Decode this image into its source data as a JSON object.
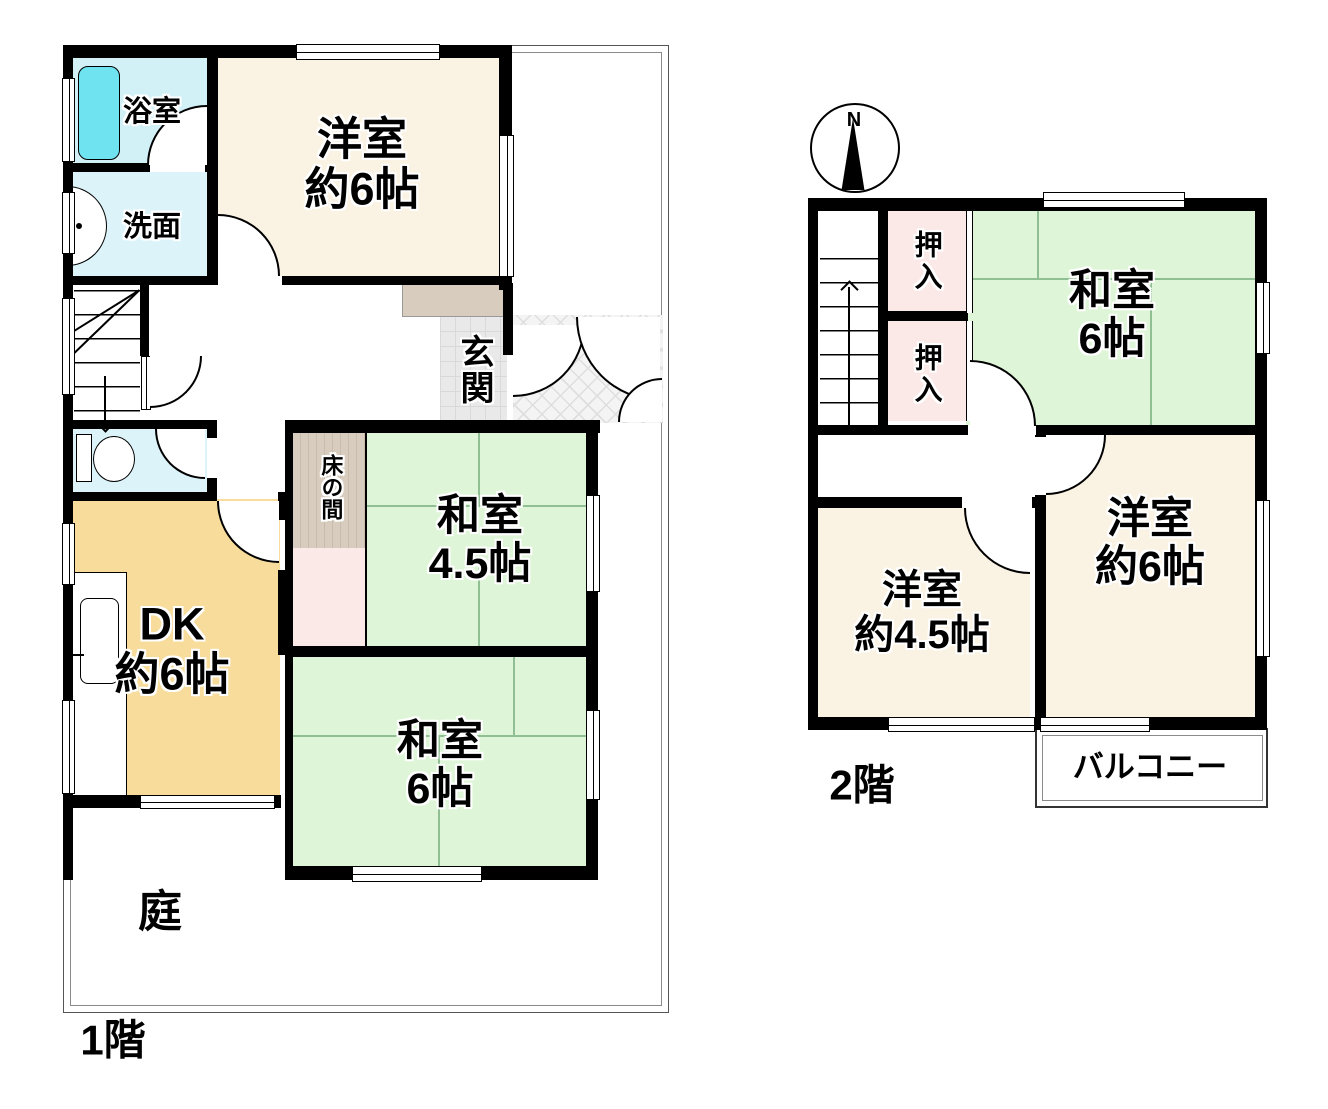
{
  "compass": {
    "north": "N"
  },
  "floor1": {
    "floor_label": "1階",
    "garden_label": "庭",
    "rooms": {
      "bathroom": "浴室",
      "washroom": "洗面",
      "western6": {
        "name": "洋室",
        "size": "約6帖"
      },
      "entrance": "玄関",
      "tokonoma": "床の間",
      "washitsu45": {
        "name": "和室",
        "size": "4.5帖"
      },
      "dk": {
        "name": "DK",
        "size": "約6帖"
      },
      "washitsu6": {
        "name": "和室",
        "size": "6帖"
      }
    }
  },
  "floor2": {
    "floor_label": "2階",
    "rooms": {
      "closet_upper": "押入",
      "closet_lower": "押入",
      "washitsu6": {
        "name": "和室",
        "size": "6帖"
      },
      "western45": {
        "name": "洋室",
        "size": "約4.5帖"
      },
      "western6": {
        "name": "洋室",
        "size": "約6帖"
      },
      "balcony": "バルコニー"
    }
  },
  "colors": {
    "wall": "#000000",
    "western_room": "#FAF2E3",
    "japanese_room": "#DFF5D8",
    "dining_kitchen": "#F7DC9C",
    "bathroom_room": "#D2F1F7",
    "bathtub": "#6FE3F0",
    "sanitary": "#DCF4F9",
    "closet_pink": "#FBE9E8",
    "tokonoma_tan": "#D8CCBE",
    "entrance_tile": "#E9E9E9"
  }
}
